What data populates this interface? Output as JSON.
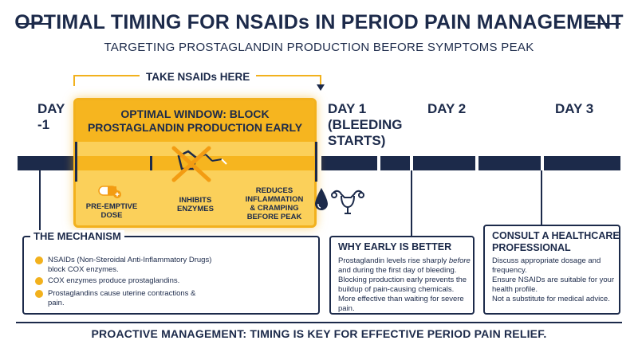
{
  "header": {
    "title": "OPTIMAL TIMING FOR NSAIDs IN PERIOD PAIN MANAGEMENT",
    "subtitle": "TARGETING PROSTAGLANDIN PRODUCTION BEFORE SYMPTOMS PEAK"
  },
  "timeline": {
    "take_label": "TAKE NSAIDs HERE",
    "days": {
      "day_minus1_a": "DAY",
      "day_minus1_b": "-1",
      "day1_a": "DAY 1",
      "day1_b": "(BLEEDING",
      "day1_c": "STARTS)",
      "day2": "DAY 2",
      "day3": "DAY 3"
    }
  },
  "window": {
    "title_line1": "OPTIMAL WINDOW: BLOCK",
    "title_line2": "PROSTAGLANDIN PRODUCTION EARLY",
    "items": [
      {
        "icon": "capsule-icon",
        "line1": "PRE-EMPTIVE",
        "line2": "DOSE"
      },
      {
        "icon": "enzyme-blocked-icon",
        "line1": "INHIBITS",
        "line2": "ENZYMES"
      },
      {
        "icon": "",
        "line1": "REDUCES",
        "line2": "INFLAMMATION",
        "line3": "& CRAMPING",
        "line4": "BEFORE PEAK"
      }
    ]
  },
  "mechanism": {
    "title": "THE MECHANISM",
    "bullets": [
      {
        "line1": "NSAIDs (Non-Steroidal Anti-Inflammatory Drugs)",
        "line2": "block COX enzymes."
      },
      {
        "line1": "COX enzymes produce prostaglandins.",
        "line2": ""
      },
      {
        "line1": "Prostaglandins cause uterine contractions &",
        "line2": "pain."
      }
    ]
  },
  "why_early": {
    "title": "WHY EARLY IS BETTER",
    "p1_line1": "Prostaglandin levels rise sharply ",
    "p1_em": "before",
    "p1_line2": "and during the first day of bleeding.",
    "p2_line1": "Blocking production early prevents the",
    "p2_line2": "buildup of pain-causing chemicals.",
    "p3": "More effective than waiting for severe pain."
  },
  "consult": {
    "title_line1": "CONSULT A HEALTHCARE",
    "title_line2": "PROFESSIONAL",
    "p1_line1": "Discuss appropriate dosage and",
    "p1_line2": "frequency.",
    "p2_line1": "Ensure NSAIDs are suitable for your",
    "p2_line2": "health profile.",
    "p3": "Not a substitute for medical advice."
  },
  "footer": {
    "text": "PROACTIVE MANAGEMENT: TIMING IS KEY FOR EFFECTIVE PERIOD PAIN RELIEF."
  },
  "colors": {
    "navy": "#1c2a4a",
    "amber": "#f2b11d",
    "amber_light": "#fbd05a",
    "orange": "#f39c12"
  }
}
